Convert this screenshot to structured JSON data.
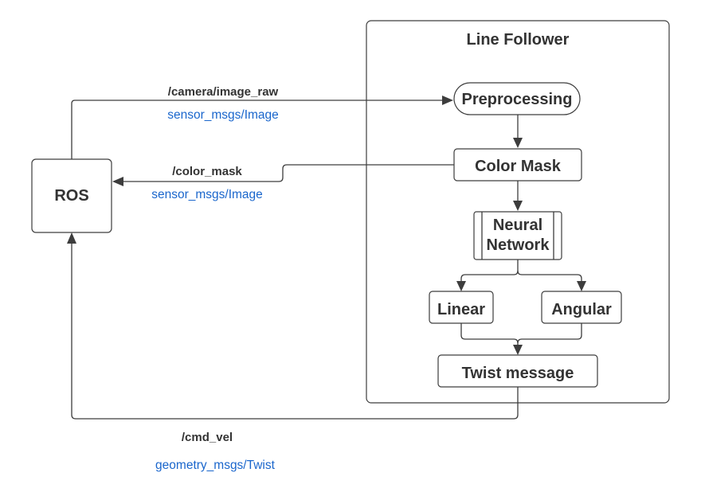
{
  "group": {
    "title": "Line Follower"
  },
  "nodes": {
    "ros": "ROS",
    "preprocessing": "Preprocessing",
    "color_mask": "Color Mask",
    "neural_network_line1": "Neural",
    "neural_network_line2": "Network",
    "linear": "Linear",
    "angular": "Angular",
    "twist_message": "Twist message"
  },
  "edges": {
    "camera": {
      "topic": "/camera/image_raw",
      "type": "sensor_msgs/Image"
    },
    "color_mask": {
      "topic": "/color_mask",
      "type": "sensor_msgs/Image"
    },
    "cmd_vel": {
      "topic": "/cmd_vel",
      "type": "geometry_msgs/Twist"
    }
  },
  "colors": {
    "stroke": "#3d3d3d",
    "text": "#333333",
    "message_type": "#1a66cc"
  }
}
